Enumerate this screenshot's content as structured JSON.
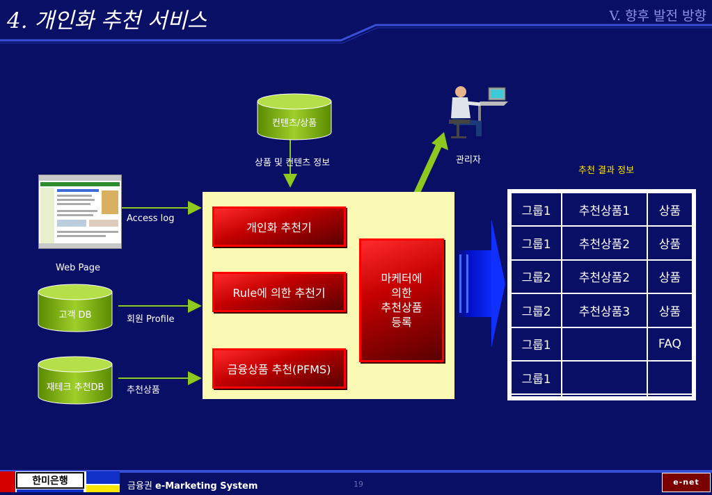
{
  "header": {
    "title": "4. 개인화 추천 서비스",
    "section": "V. 향후 발전 방향"
  },
  "inputs": {
    "web_page_label": "Web Page",
    "access_log_label": "Access log",
    "customer_db_label": "고객 DB",
    "member_profile_label": "회원 Profile",
    "finance_db_label": "재테크 추천DB",
    "recommended_products_label": "추천상품"
  },
  "content_db": {
    "label": "컨텐츠/상품",
    "flow_label": "상품 및 컨텐츠 정보"
  },
  "admin": {
    "label": "관리자"
  },
  "engine": {
    "personal": "개인화 추천기",
    "rule": "Rule에 의한 추천기",
    "pfms": "금융상품 추천(PFMS)",
    "marketer_lines": [
      "마케터에",
      "의한",
      "추천상품",
      "등록"
    ]
  },
  "result": {
    "title": "추천 결과 정보",
    "rows": [
      [
        "그룹1",
        "추천상품1",
        "상품"
      ],
      [
        "그룹1",
        "추천상품2",
        "상품"
      ],
      [
        "그룹2",
        "추천상품2",
        "상품"
      ],
      [
        "그룹2",
        "추천상품3",
        "상품"
      ],
      [
        "그룹1",
        "",
        "FAQ"
      ],
      [
        "그룹1",
        "",
        ""
      ],
      [
        "",
        "",
        ""
      ]
    ]
  },
  "footer": {
    "bank_name": "한미은행",
    "system_prefix": "금융권 ",
    "system_name": "e-Marketing System",
    "page_number": "19",
    "company_logo": "e-net"
  },
  "colors": {
    "background": "#0a0f66",
    "accent_line": "#3a4fd8",
    "engine_bg": "#fafab4",
    "cylinder": "#8fbf1a",
    "arrow_green": "#8fc81e",
    "red_box": "#c40000",
    "highlight_text": "#ffe600"
  }
}
